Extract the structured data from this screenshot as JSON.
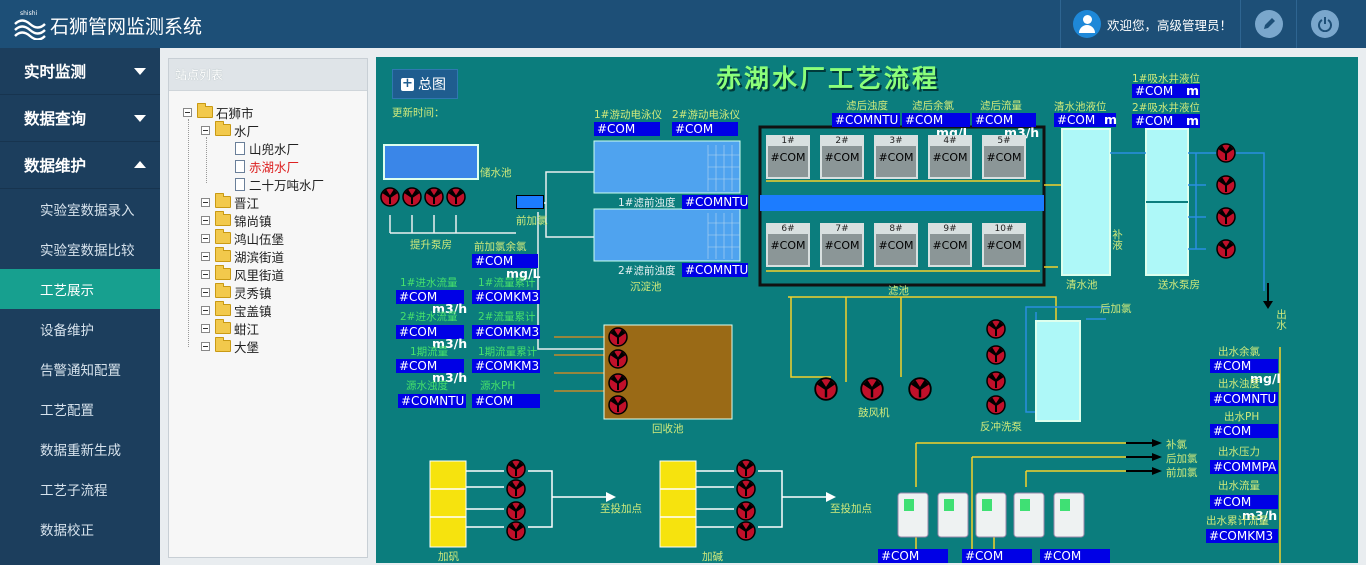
{
  "header": {
    "logo_text": "shishi",
    "app_title": "石狮管网监测系统",
    "welcome": "欢迎您，高级管理员！",
    "edit_icon": "pencil-icon",
    "power_icon": "power-icon"
  },
  "sidebar": {
    "groups": [
      {
        "label": "实时监测",
        "expanded": false
      },
      {
        "label": "数据查询",
        "expanded": false
      },
      {
        "label": "数据维护",
        "expanded": true
      }
    ],
    "items": [
      {
        "label": "实验室数据录入"
      },
      {
        "label": "实验室数据比较"
      },
      {
        "label": "工艺展示",
        "active": true
      },
      {
        "label": "设备维护"
      },
      {
        "label": "告警通知配置"
      },
      {
        "label": "工艺配置"
      },
      {
        "label": "数据重新生成"
      },
      {
        "label": "工艺子流程"
      },
      {
        "label": "数据校正"
      }
    ]
  },
  "tree": {
    "title": "站点列表",
    "root": "石狮市",
    "water_plants": "水厂",
    "plants": [
      "山兜水厂",
      "赤湖水厂",
      "二十万吨水厂"
    ],
    "selected": "赤湖水厂",
    "regions": [
      "晋江",
      "锦尚镇",
      "鸿山伍堡",
      "湖滨街道",
      "风里街道",
      "灵秀镇",
      "宝盖镇",
      "蚶江",
      "大堡"
    ]
  },
  "diagram": {
    "title": "赤湖水厂工艺流程",
    "overview_button": "总图",
    "update_time_label": "更新时间：",
    "com": "#COM",
    "comntu": "#COMNTU",
    "comkm3": "#COMKM3",
    "commpa": "#COMMPA",
    "labels": {
      "turbidity1": "1#游动电泳仪",
      "turbidity2": "2#游动电泳仪",
      "pre_turb1": "1#滤前浊度",
      "pre_turb2": "2#滤前浊度",
      "post_turb": "滤后浊度",
      "post_cl": "滤后余氯",
      "post_flow": "滤后流量",
      "clear_level": "清水池液位",
      "well1": "1#吸水井液位",
      "well2": "2#吸水井液位",
      "pre_cl": "前加氯余氯",
      "in_flow1": "1#进水流量",
      "flow_sum1": "1#流量累计",
      "in_flow2": "2#进水流量",
      "flow_sum2": "2#流量累计",
      "pipe_flow": "1期流量",
      "pipe_sum": "1期流量累计",
      "raw_turb": "源水浊度",
      "raw_ph": "源水PH",
      "out_cl": "出水余氯",
      "out_turb": "出水浊度",
      "out_ph": "出水PH",
      "out_pressure": "出水压力",
      "out_flow": "出水流量",
      "out_sum": "出水累计流量",
      "raw_pool": "储水池",
      "lift_pump": "提升泵房",
      "pre_add": "前加氯",
      "settle": "沉淀池",
      "filter": "滤池",
      "clear_pool": "清水池",
      "supply_pump": "送水泵房",
      "recycle": "回收池",
      "blower": "鼓风机",
      "backwash": "反冲洗泵",
      "alum": "加矾",
      "alkali": "加碱",
      "dose_point1": "至投加点",
      "dose_point2": "至投加点",
      "post_add": "后加氯",
      "supplement": "补氯",
      "out_water": "出水",
      "to_add1": "补氯",
      "to_add2": "后加氯",
      "to_add3": "前加氯",
      "level_mark": "补液"
    },
    "units": {
      "mgL": "mg/L",
      "m3h": "m3/h",
      "m": "m",
      "mgl": "mg/l"
    },
    "tanks_top": [
      "1#",
      "2#",
      "3#",
      "4#",
      "5#"
    ],
    "tanks_bottom": [
      "6#",
      "7#",
      "8#",
      "9#",
      "10#"
    ]
  }
}
